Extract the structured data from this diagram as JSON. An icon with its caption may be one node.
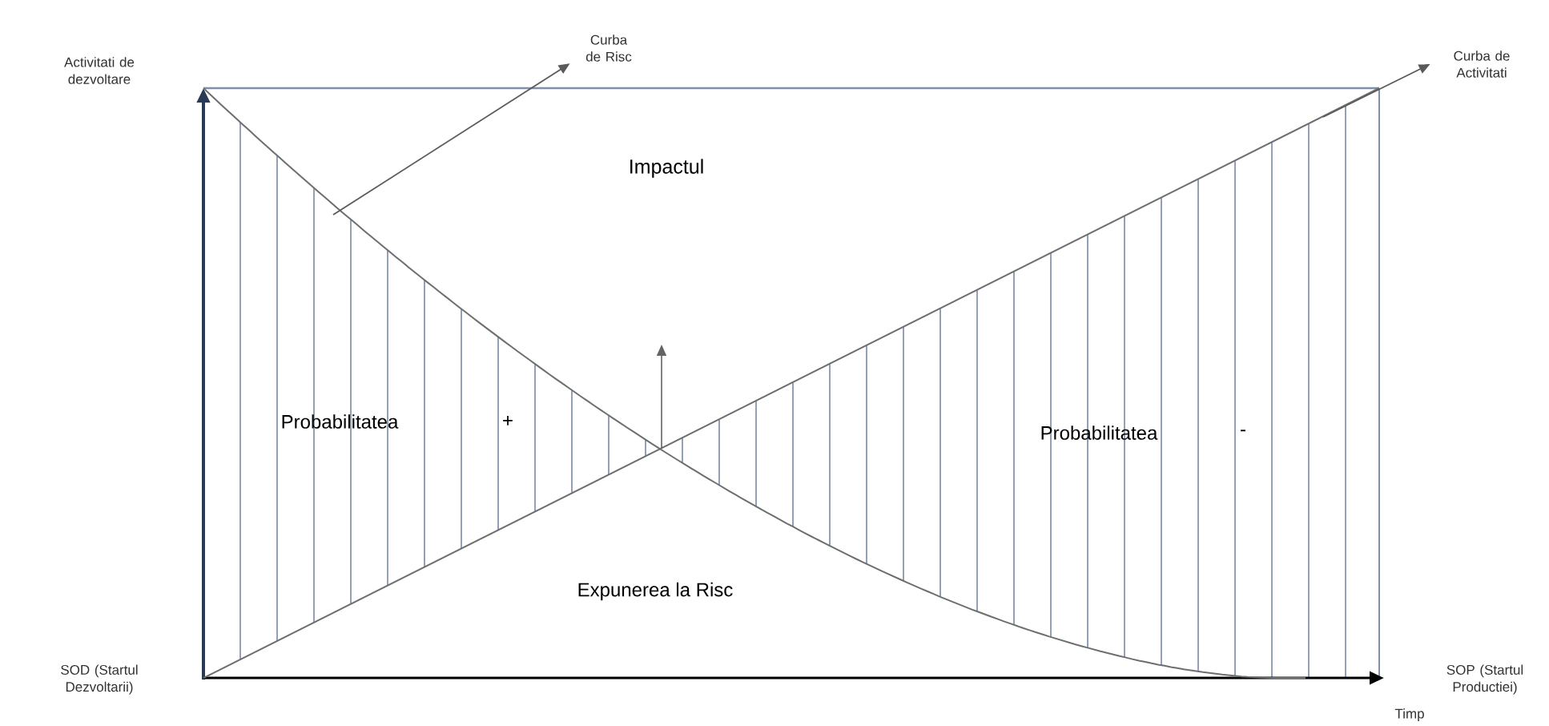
{
  "diagram": {
    "nodes": [
      {
        "text": [
          "Curba de Risc"
        ]
      },
      {
        "text": [
          "Curba de Activitati"
        ]
      }
    ],
    "edges": [
      {
        "from": null,
        "to": 0,
        "arrow": "to"
      },
      {
        "from": null,
        "to": 1,
        "arrow": "to"
      }
    ],
    "labels": [
      "Activitati de dezvoltare",
      "Impactul",
      "Probabilitatea",
      "+",
      "Probabilitatea",
      "-",
      "Expunerea la Risc",
      "SOD (Startul Dezvoltarii)",
      "SOP (Startul Productiei)",
      "Timp"
    ]
  }
}
